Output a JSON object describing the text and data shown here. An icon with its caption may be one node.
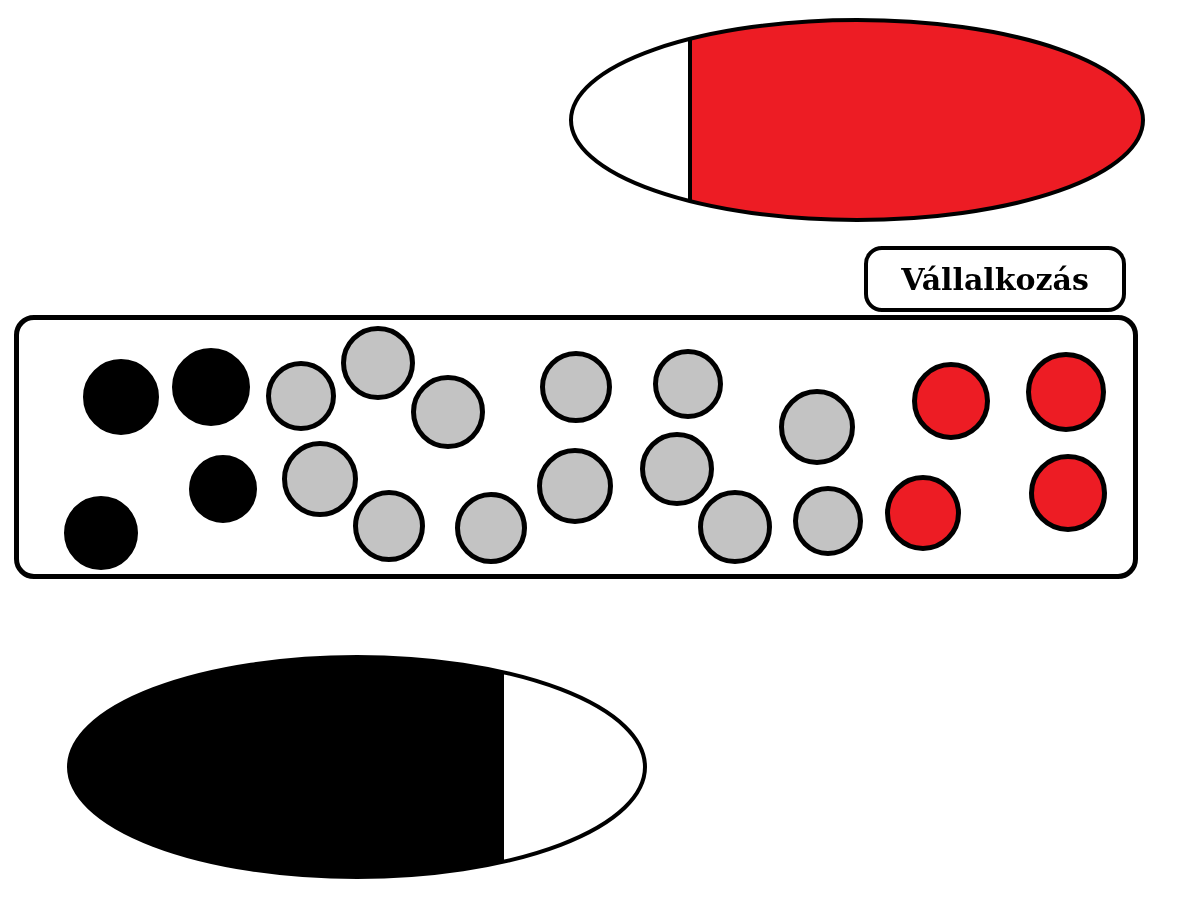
{
  "diagram": {
    "nodes": [
      {
        "text": [],
        "shape": "ellipse"
      },
      {
        "text": [
          "Vállalkozás"
        ]
      },
      {
        "text": [],
        "shape": "circle",
        "in": 1
      },
      {
        "text": [],
        "shape": "circle",
        "in": 1
      },
      {
        "text": [],
        "shape": "circle",
        "in": 1
      },
      {
        "text": [],
        "shape": "circle",
        "in": 1
      },
      {
        "text": [],
        "shape": "circle",
        "in": 1
      },
      {
        "text": [],
        "shape": "circle",
        "in": 1
      },
      {
        "text": [],
        "shape": "circle",
        "in": 1
      },
      {
        "text": [],
        "shape": "circle",
        "in": 1
      },
      {
        "text": [],
        "shape": "circle",
        "in": 1
      },
      {
        "text": [],
        "shape": "circle",
        "in": 1
      },
      {
        "text": [],
        "shape": "circle",
        "in": 1
      },
      {
        "text": [],
        "shape": "circle",
        "in": 1
      },
      {
        "text": [],
        "shape": "circle",
        "in": 1
      },
      {
        "text": [],
        "shape": "circle",
        "in": 1
      },
      {
        "text": [],
        "shape": "circle",
        "in": 1
      },
      {
        "text": [],
        "shape": "circle",
        "in": 1
      },
      {
        "text": [],
        "shape": "circle",
        "in": 1
      },
      {
        "text": [],
        "shape": "circle",
        "in": 1
      },
      {
        "text": [],
        "shape": "circle",
        "in": 1
      },
      {
        "text": [],
        "shape": "circle",
        "in": 1
      },
      {
        "text": [],
        "shape": "circle",
        "in": 1
      },
      {
        "text": [],
        "shape": "ellipse"
      }
    ],
    "edges": []
  }
}
